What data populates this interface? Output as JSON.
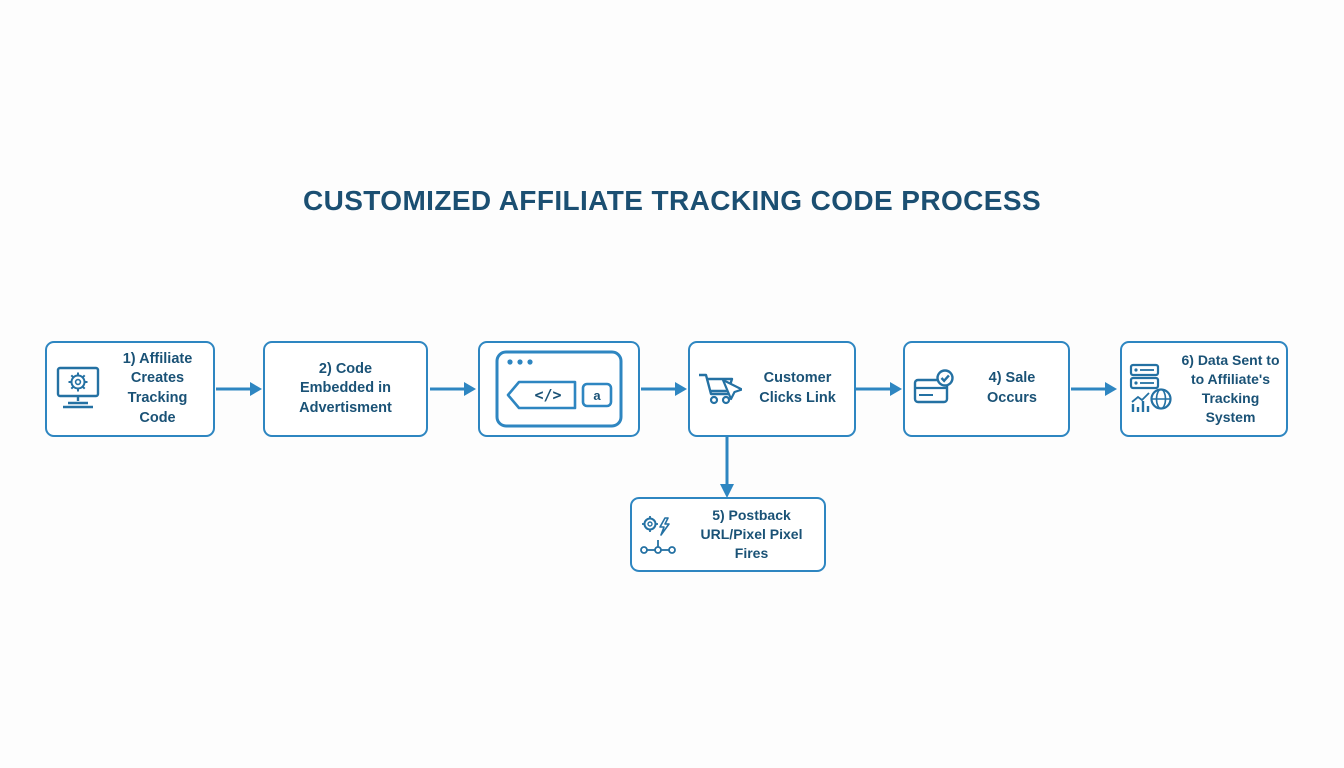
{
  "title": "CUSTOMIZED AFFILIATE TRACKING CODE PROCESS",
  "colors": {
    "accent": "#2e86c1",
    "icon_stroke": "#2471a3",
    "text": "#1a5276",
    "title": "#1b4f72"
  },
  "steps": {
    "affiliate_creates": "1) Affiliate Creates Tracking Code",
    "code_embedded": "2) Code Embedded in Advertisment",
    "code_symbol": "</>",
    "tag_letter": "a",
    "customer_clicks": "Customer Clicks Link",
    "sale_occurs": "4) Sale Occurs",
    "data_sent": "6) Data Sent to to Affiliate's Tracking System",
    "postback_fires": "5) Postback URL/Pixel Pixel Fires"
  }
}
